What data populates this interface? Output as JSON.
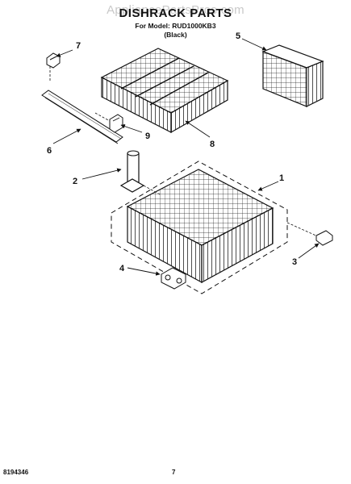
{
  "watermark": "AppliancePartsPros.com",
  "header": {
    "title": "DISHRACK PARTS",
    "model_line": "For Model: RUD1000KB3",
    "color_line": "(Black)"
  },
  "callouts": [
    "1",
    "2",
    "3",
    "4",
    "5",
    "6",
    "7",
    "8",
    "9"
  ],
  "footer": {
    "doc_number": "8194346",
    "page_number": "7"
  }
}
